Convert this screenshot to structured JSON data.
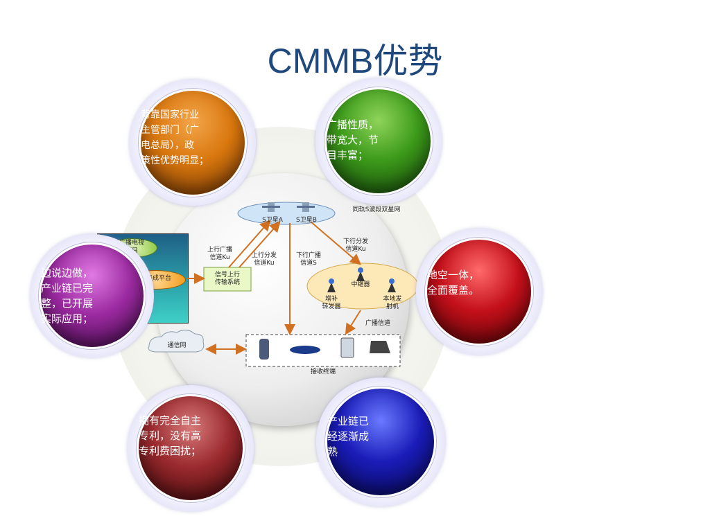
{
  "title": "CMMB优势",
  "bubbles": {
    "top_left": "背靠国家行业\n主管部门（广\n电总局），政\n策性优势明显；",
    "top_right": "广播性质，\n带宽大，节\n目丰富；",
    "left": "边说边做，\n产业链已完\n整，已开展\n实际应用；",
    "right": "地空一体，\n全面覆盖。",
    "bottom_left": "拥有完全自主\n专利，没有高\n专利费困扰；",
    "bottom_right": "产业链已\n经逐渐成\n熟"
  },
  "network": {
    "sat_a": "S卫星A",
    "sat_b": "S卫星B",
    "dual_sat_net": "同轨S波段双星网",
    "uplink_broadcast": "上行广播\n信道Ku",
    "uplink_distribution": "上行分发\n信道Ku",
    "downlink_broadcast": "下行广播\n信道S",
    "downlink_distribution": "下行分发\n信道Ku",
    "signal_uplink": "信号上行\n传输系统",
    "repeater": "中继器",
    "gap_filler": "增补\n转发器",
    "local_transmitter": "本地发\n射机",
    "broadcast_channel": "广播信道",
    "comm_network": "通信网",
    "receiving_terminals": "接收终端",
    "tv_program": "广播电视\n节目",
    "integration_platform": "集成平台"
  },
  "colors": {
    "title": "#1f497d",
    "orange": "#d9770e",
    "green": "#3c9a1a",
    "purple": "#9b2aa0",
    "red": "#c4101a",
    "maroon": "#9a2a2e",
    "blue": "#1a1cb8",
    "arrow": "#d07020"
  }
}
